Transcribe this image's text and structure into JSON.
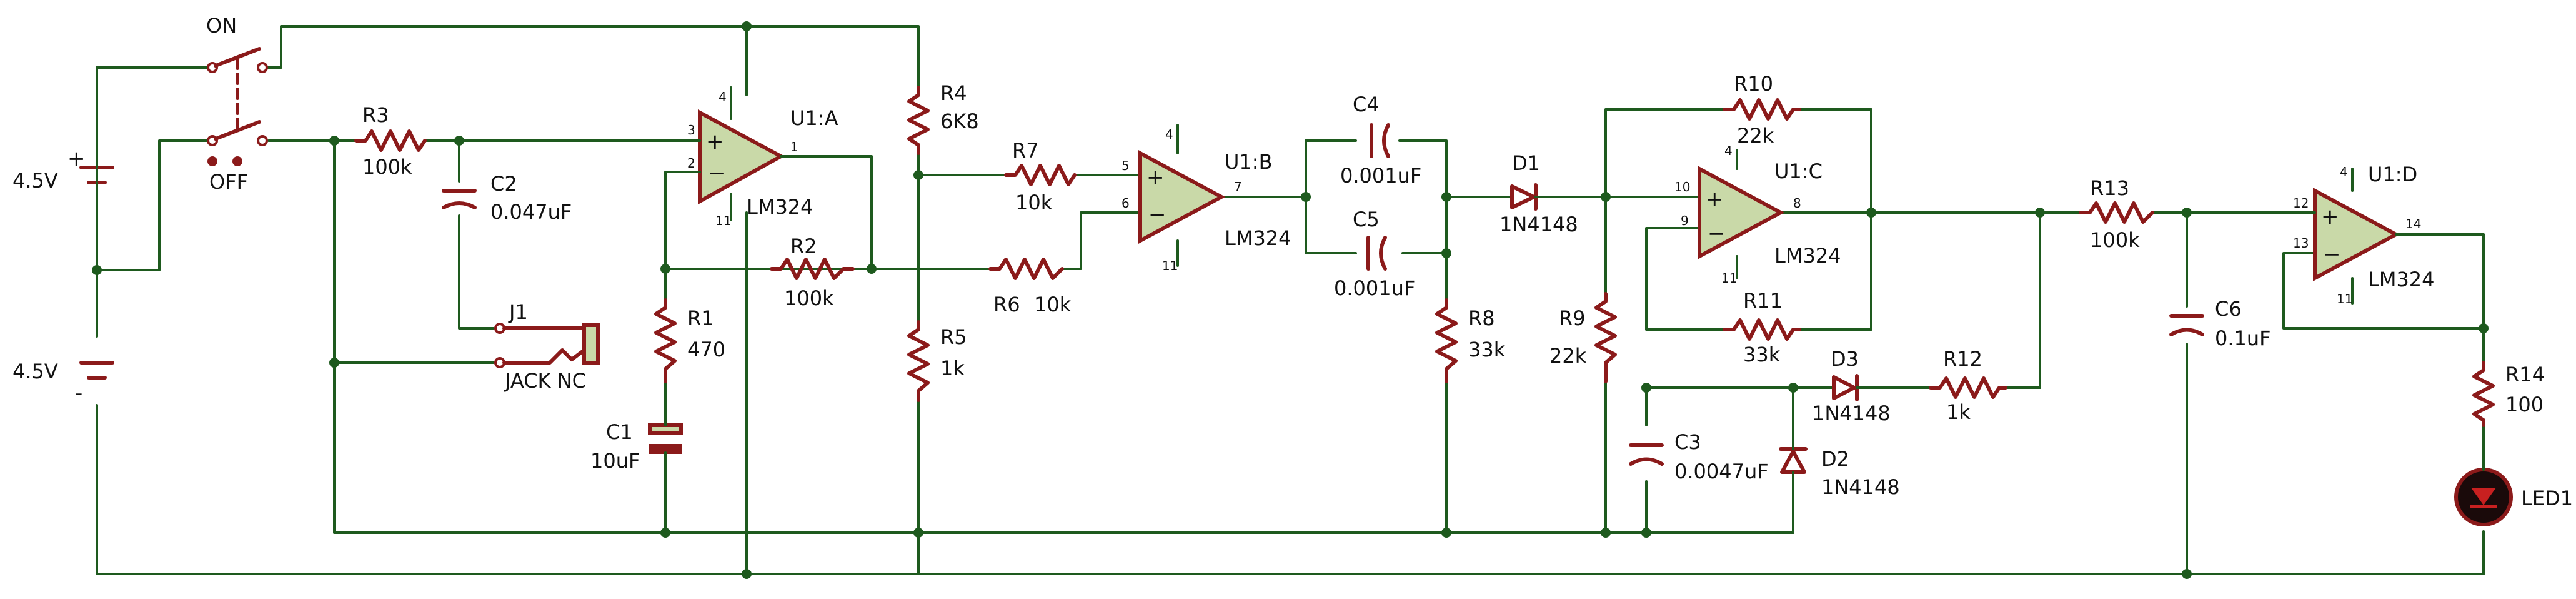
{
  "switch": {
    "on_label": "ON",
    "off_label": "OFF"
  },
  "battery": {
    "top_voltage": "4.5V",
    "bottom_voltage": "4.5V",
    "plus": "+",
    "minus": "-"
  },
  "resistors": {
    "r1": {
      "ref": "R1",
      "value": "470"
    },
    "r2": {
      "ref": "R2",
      "value": "100k"
    },
    "r3": {
      "ref": "R3",
      "value": "100k"
    },
    "r4": {
      "ref": "R4",
      "value": "6K8"
    },
    "r5": {
      "ref": "R5",
      "value": "1k"
    },
    "r6": {
      "ref": "R6",
      "value": "10k"
    },
    "r7": {
      "ref": "R7",
      "value": "10k"
    },
    "r8": {
      "ref": "R8",
      "value": "33k"
    },
    "r9": {
      "ref": "R9",
      "value": "22k"
    },
    "r10": {
      "ref": "R10",
      "value": "22k"
    },
    "r11": {
      "ref": "R11",
      "value": "33k"
    },
    "r12": {
      "ref": "R12",
      "value": "1k"
    },
    "r13": {
      "ref": "R13",
      "value": "100k"
    },
    "r14": {
      "ref": "R14",
      "value": "100"
    }
  },
  "capacitors": {
    "c1": {
      "ref": "C1",
      "value": "10uF"
    },
    "c2": {
      "ref": "C2",
      "value": "0.047uF"
    },
    "c3": {
      "ref": "C3",
      "value": "0.0047uF"
    },
    "c4": {
      "ref": "C4",
      "value": "0.001uF"
    },
    "c5": {
      "ref": "C5",
      "value": "0.001uF"
    },
    "c6": {
      "ref": "C6",
      "value": "0.1uF"
    }
  },
  "diodes": {
    "d1": {
      "ref": "D1",
      "value": "1N4148"
    },
    "d2": {
      "ref": "D2",
      "value": "1N4148"
    },
    "d3": {
      "ref": "D3",
      "value": "1N4148"
    }
  },
  "jack": {
    "ref": "J1",
    "label": "JACK NC"
  },
  "led": {
    "ref": "LED1"
  },
  "opamps": {
    "u1a": {
      "ref": "U1:A",
      "part": "LM324",
      "pin_plus": "3",
      "pin_minus": "2",
      "pin_out": "1",
      "pin_vcc": "4",
      "pin_gnd": "11"
    },
    "u1b": {
      "ref": "U1:B",
      "part": "LM324",
      "pin_plus": "5",
      "pin_minus": "6",
      "pin_out": "7",
      "pin_vcc": "4",
      "pin_gnd": "11"
    },
    "u1c": {
      "ref": "U1:C",
      "part": "LM324",
      "pin_plus": "10",
      "pin_minus": "9",
      "pin_out": "8",
      "pin_vcc": "4",
      "pin_gnd": "11"
    },
    "u1d": {
      "ref": "U1:D",
      "part": "LM324",
      "pin_plus": "12",
      "pin_minus": "13",
      "pin_out": "14",
      "pin_vcc": "4",
      "pin_gnd": "11"
    }
  },
  "colors": {
    "wire": "#1e5a1e",
    "component": "#8b1a1a",
    "opamp_fill": "#c9d9a8",
    "background": "#ffffff"
  }
}
